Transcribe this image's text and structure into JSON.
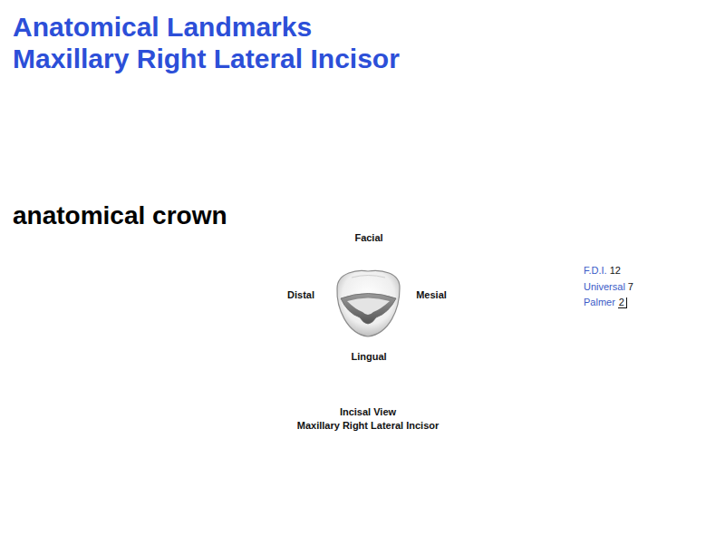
{
  "diagram": {
    "title": "Anatomical Landmarks Maxillary Right Lateral Incisor",
    "caption": "Incisal View Maxillary Right Lateral Incisor",
    "labels": [
      "anatomical crown",
      "Facial",
      "Distal",
      "Mesial",
      "Lingual",
      "F.D.I.",
      "12",
      "Universal",
      "7",
      "Palmer",
      "2"
    ]
  }
}
